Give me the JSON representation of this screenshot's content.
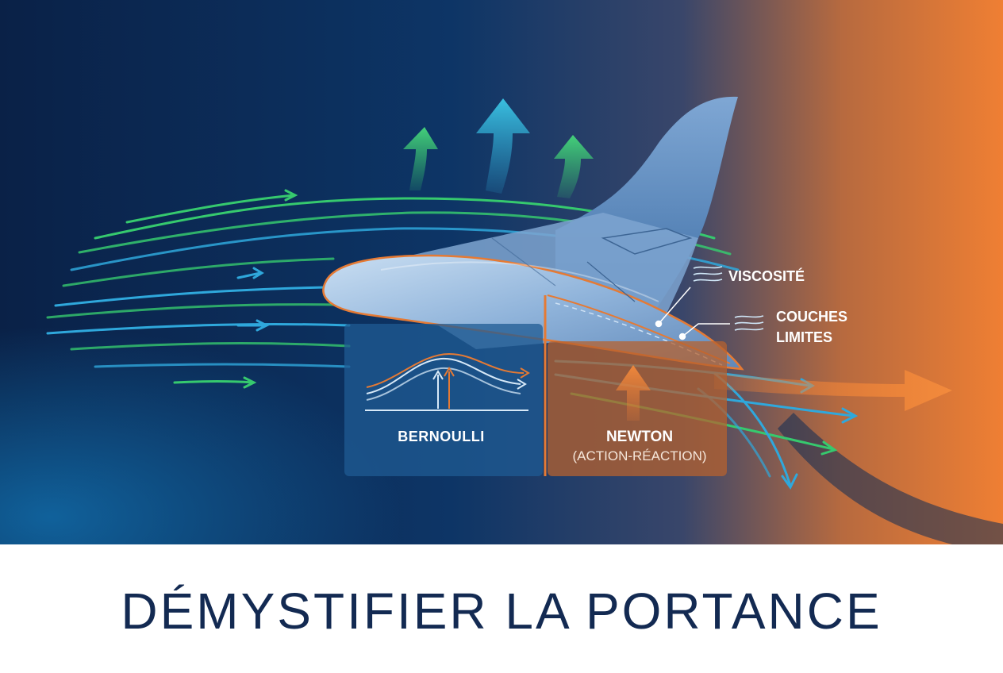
{
  "title": "DÉMYSTIFIER LA PORTANCE",
  "labels": {
    "viscosity": "VISCOSITÉ",
    "boundary_line1": "COUCHES",
    "boundary_line2": "LIMITES",
    "bernoulli": "BERNOULLI",
    "newton": "NEWTON",
    "newton_sub": "(ACTION-RÉACTION)"
  },
  "colors": {
    "navy": "#0b2850",
    "blue_panel": "#1f5b93",
    "orange": "#e57a34",
    "green_stream": "#36c96e",
    "cyan_stream": "#2fa8dc",
    "wing": "#a8c6e6",
    "title": "#132a52"
  },
  "icons": [
    "up-arrow-icon",
    "wind-icon",
    "wave-chart-icon"
  ]
}
